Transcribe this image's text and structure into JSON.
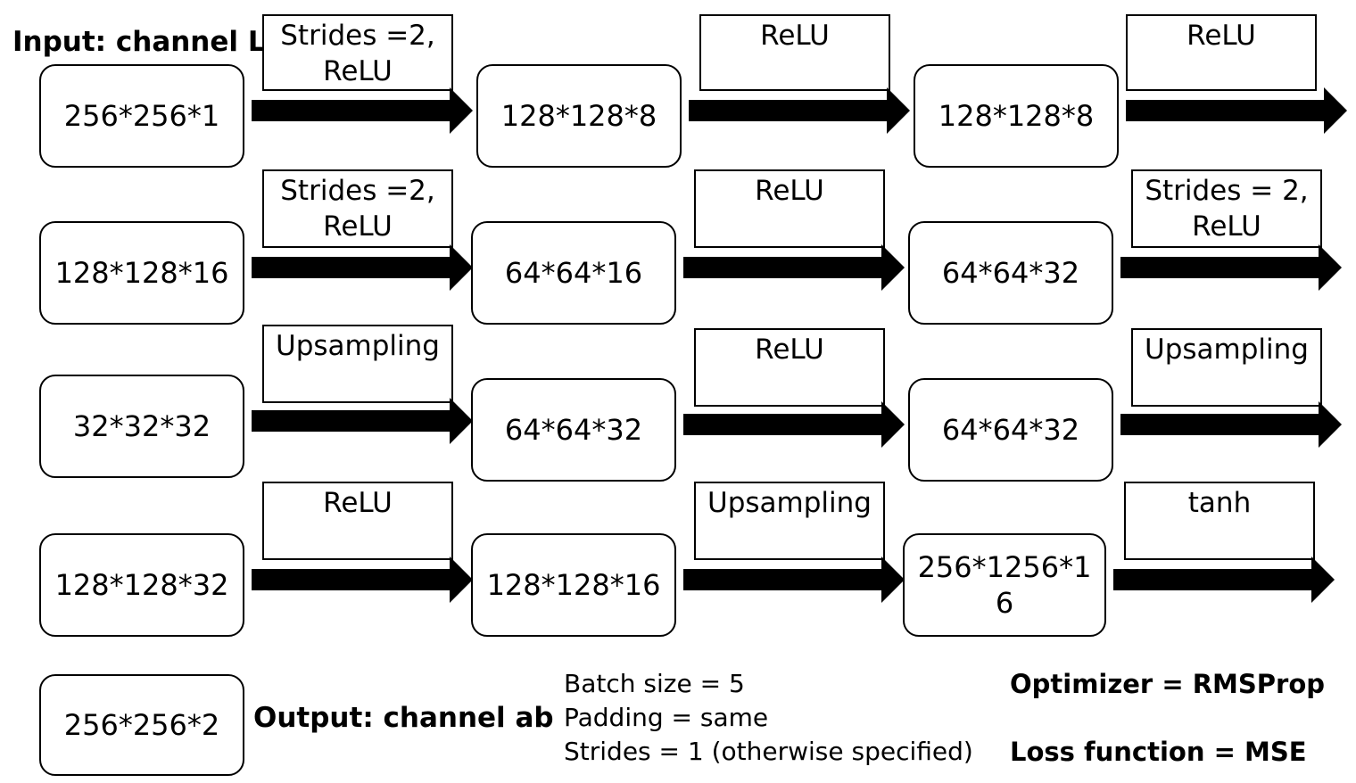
{
  "input_label": "Input: channel L",
  "output_label": "Output: channel ab",
  "rows": [
    {
      "nodes": [
        "256*256*1",
        "128*128*8",
        "128*128*8"
      ],
      "ops": [
        "Strides =2,\nReLU",
        "ReLU",
        "ReLU"
      ]
    },
    {
      "nodes": [
        "128*128*16",
        "64*64*16",
        "64*64*32"
      ],
      "ops": [
        "Strides =2,\nReLU",
        "ReLU",
        "Strides = 2,\nReLU"
      ]
    },
    {
      "nodes": [
        "32*32*32",
        "64*64*32",
        "64*64*32"
      ],
      "ops": [
        "Upsampling",
        "ReLU",
        "Upsampling"
      ]
    },
    {
      "nodes": [
        "128*128*32",
        "128*128*16",
        "256*1256*1\n6"
      ],
      "ops": [
        "ReLU",
        "Upsampling",
        "tanh"
      ]
    }
  ],
  "output_node": "256*256*2",
  "settings": [
    "Batch size = 5",
    "Padding = same",
    "Strides = 1 (otherwise specified)"
  ],
  "optimizer": "Optimizer = RMSProp",
  "loss": "Loss function = MSE"
}
